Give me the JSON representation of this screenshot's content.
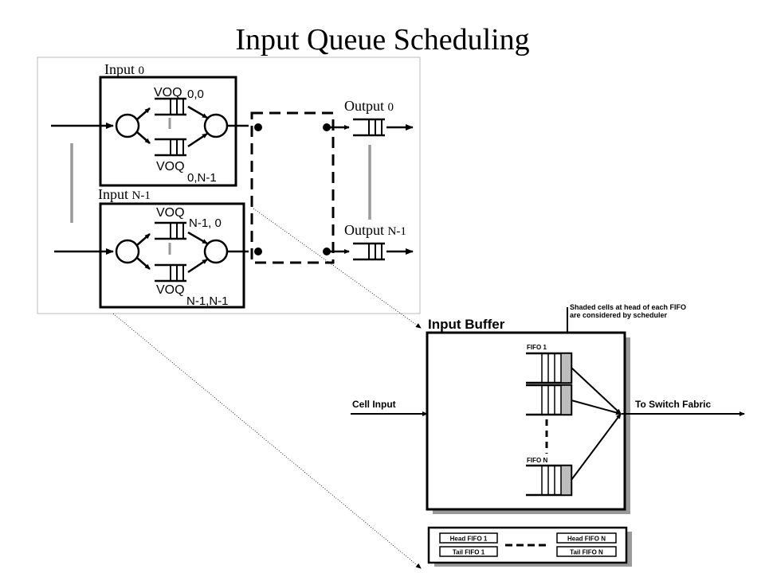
{
  "title": "Input Queue Scheduling",
  "top_diagram": {
    "input_0_label": "Input",
    "input_0_index": "0",
    "input_n_label": "Input",
    "input_n_index": "N-1",
    "voq_label": "VOQ",
    "voq_00_sub": "0,0",
    "voq_0n_sub": "0,N-1",
    "voq_n0_sub": "N-1, 0",
    "voq_nn_sub": "N-1,N-1",
    "output_0_label": "Output",
    "output_0_index": "0",
    "output_n_label": "Output",
    "output_n_index": "N-1"
  },
  "buffer_diagram": {
    "title": "Input Buffer",
    "annotation_line1": "Shaded cells at head of each FIFO",
    "annotation_line2": "are considered by scheduler",
    "fifo_1_label": "FIFO 1",
    "fifo_n_label": "FIFO N",
    "cell_input_label": "Cell Input",
    "switch_fabric_label": "To Switch Fabric",
    "head_fifo_1": "Head FIFO 1",
    "tail_fifo_1": "Tail FIFO 1",
    "head_fifo_n": "Head FIFO N",
    "tail_fifo_n": "Tail FIFO N"
  },
  "colors": {
    "ink": "#000000",
    "shade": "#bdbdbd",
    "shadow": "#999999",
    "frame": "#bbbbbb"
  }
}
